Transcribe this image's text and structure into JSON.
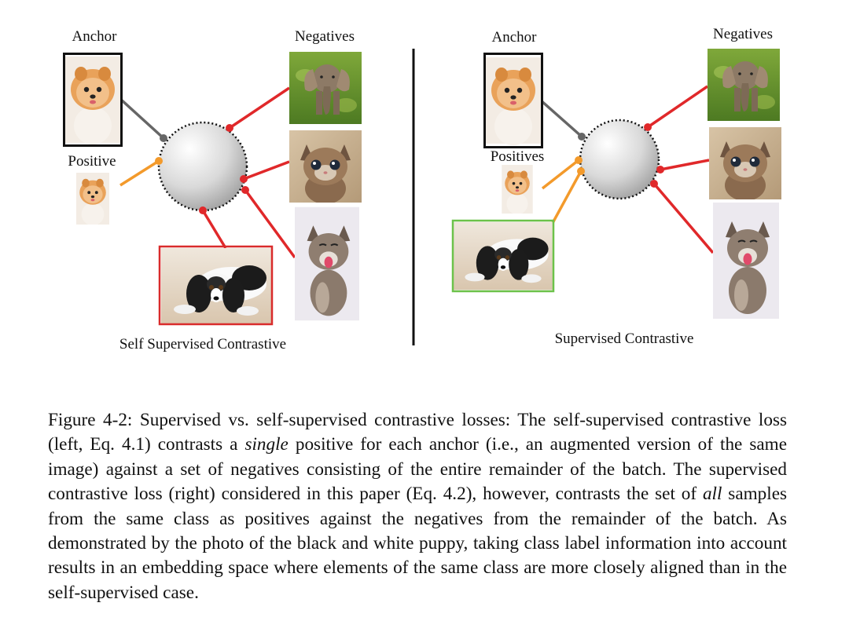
{
  "left_panel": {
    "anchor_label": "Anchor",
    "negatives_label": "Negatives",
    "positive_label": "Positive",
    "panel_title": "Self Supervised Contrastive"
  },
  "right_panel": {
    "anchor_label": "Anchor",
    "negatives_label": "Negatives",
    "positive_label": "Positives",
    "panel_title": "Supervised Contrastive"
  },
  "image_names": [
    "pomeranian-puppy",
    "elephant",
    "kitten",
    "kitten-yawning",
    "black-and-white-puppy"
  ],
  "colors": {
    "negative_link": "#e0282a",
    "positive_link": "#f39a2b",
    "anchor_link": "#666666",
    "positive_frame": "#6cc24a",
    "negative_frame": "#d92b2b"
  },
  "caption": {
    "part1": "Figure 4-2: Supervised vs. self-supervised contrastive losses: The self-supervised contrastive loss (left, Eq. 4.1) contrasts a ",
    "em1": "single",
    "part2": " positive for each anchor (i.e., an augmented version of the same image) against a set of negatives consisting of the entire remainder of the batch. The supervised contrastive loss (right) considered in this paper (Eq. 4.2), however, contrasts the set of ",
    "em2": "all",
    "part3": " samples from the same class as positives against the negatives from the remainder of the batch. As demonstrated by the photo of the black and white puppy, taking class label information into account results in an embedding space where elements of the same class are more closely aligned than in the self-supervised case."
  }
}
